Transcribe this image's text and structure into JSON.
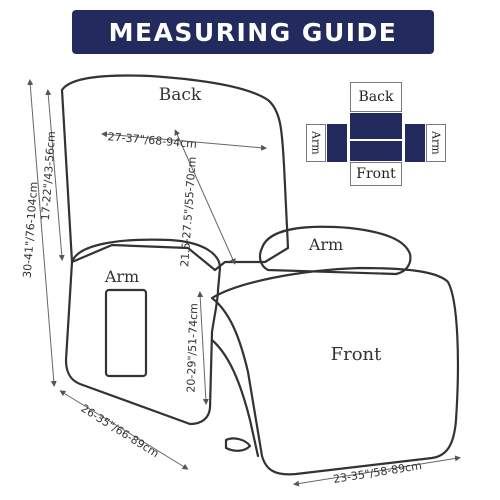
{
  "header": {
    "title": "MEASURING GUIDE"
  },
  "labels": {
    "back": "Back",
    "arm_left": "Arm",
    "arm_right": "Arm",
    "front": "Front"
  },
  "dimensions": {
    "width_back": "27-37\"/68-94cm",
    "height_back": "21.5-27.5\"/55-70cm",
    "height_total": "30-41\"/76-104cm",
    "height_arm": "17-22\"/43-56cm",
    "depth_arm": "26-35\"/66-89cm",
    "height_front": "20-29\"/51-74cm",
    "width_front": "23-35\"/58-89cm"
  },
  "legend": {
    "back": "Back",
    "front": "Front",
    "arm_left": "Arm",
    "arm_right": "Arm",
    "fill_color": "#222a5e"
  }
}
